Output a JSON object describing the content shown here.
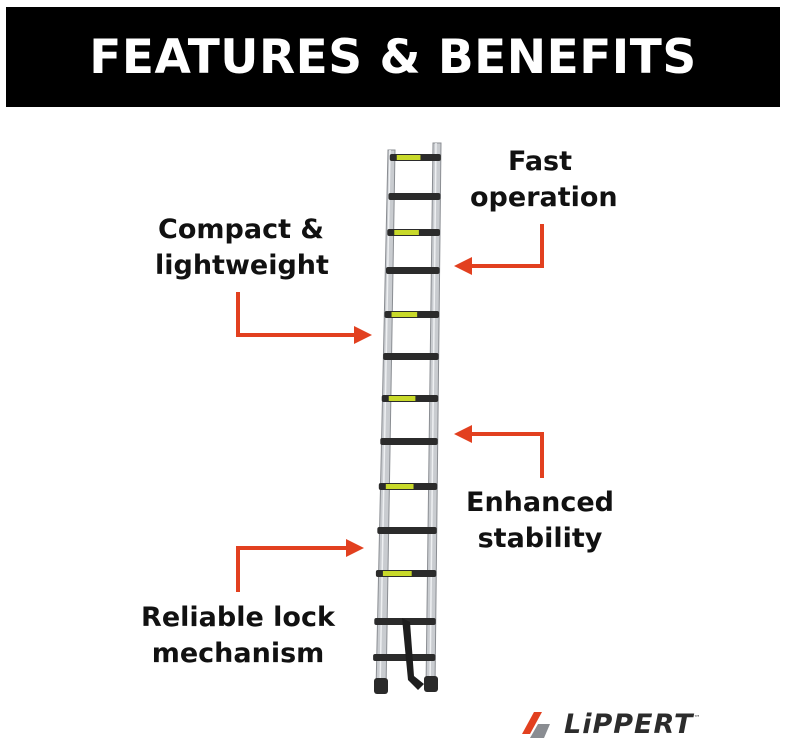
{
  "banner": {
    "title": "FEATURES & BENEFITS"
  },
  "features": {
    "fast": {
      "line1": "Fast",
      "line2": "operation"
    },
    "compact": {
      "line1": "Compact &",
      "line2": "lightweight"
    },
    "enhanced": {
      "line1": "Enhanced",
      "line2": "stability"
    },
    "reliable": {
      "line1": "Reliable lock",
      "line2": "mechanism"
    }
  },
  "logo": {
    "text": "LiPPERT",
    "tm": "™"
  },
  "colors": {
    "banner_bg": "#000000",
    "banner_text": "#ffffff",
    "arrow": "#e2401f",
    "rung_accent": "#c8d92a",
    "rail": "#c9ccd0"
  }
}
